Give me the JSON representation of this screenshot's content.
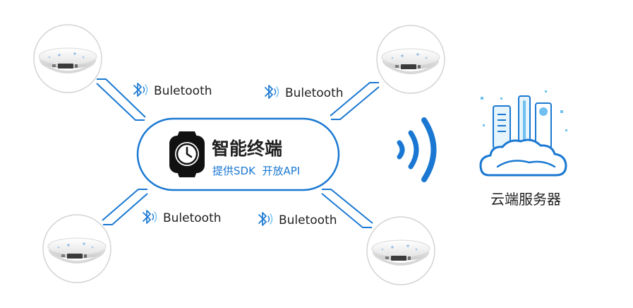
{
  "hub": {
    "title": "智能终端",
    "subtitle": "提供SDK  开放API",
    "icon": "smartwatch-icon"
  },
  "links": [
    {
      "label": "Buletooth",
      "icon": "bluetooth-icon"
    },
    {
      "label": "Buletooth",
      "icon": "bluetooth-icon"
    },
    {
      "label": "Buletooth",
      "icon": "bluetooth-icon"
    },
    {
      "label": "Buletooth",
      "icon": "bluetooth-icon"
    }
  ],
  "cloud": {
    "label": "云端服务器",
    "icon": "cloud-server-icon"
  },
  "signal": {
    "icon": "wireless-signal-icon"
  },
  "devices": [
    {
      "icon": "gateway-device-icon"
    },
    {
      "icon": "gateway-device-icon"
    },
    {
      "icon": "gateway-device-icon"
    },
    {
      "icon": "gateway-device-icon"
    }
  ],
  "colors": {
    "accent": "#1a78d2",
    "accent_light": "#6fc0f0",
    "text_dark": "#1f1f1f",
    "circle_border": "#d4d4d4"
  }
}
